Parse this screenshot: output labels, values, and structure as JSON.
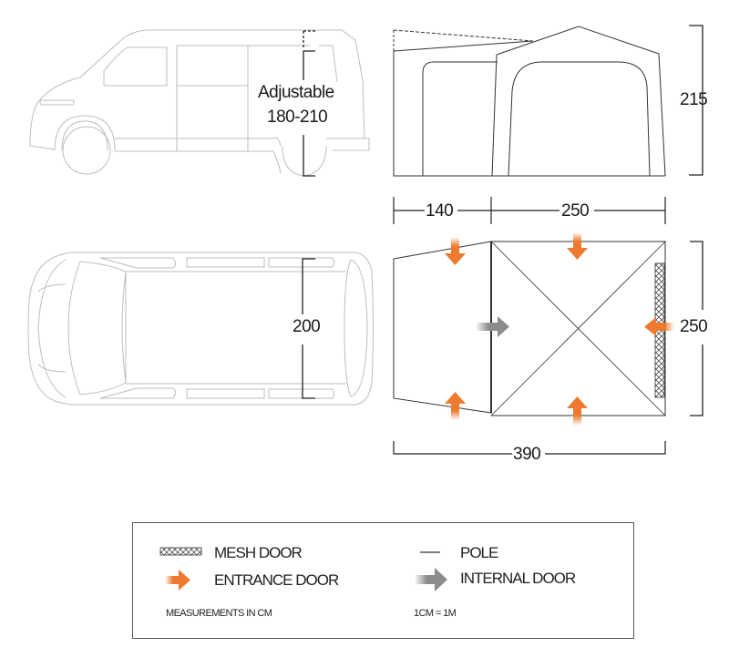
{
  "van_side": {
    "adjustable_label": "Adjustable",
    "adjustable_range": "180-210"
  },
  "van_top": {
    "width_label": "200"
  },
  "awning_side": {
    "height_label": "215",
    "annex_length_label": "140",
    "main_length_label": "250"
  },
  "awning_plan": {
    "depth_label": "250",
    "total_length_label": "390",
    "entrance_doors": 5,
    "internal_doors": 1,
    "mesh_doors": 1
  },
  "legend": {
    "mesh_door": "MESH DOOR",
    "entrance_door": "ENTRANCE DOOR",
    "pole": "POLE",
    "internal_door": "INTERNAL DOOR",
    "measurements_note": "MEASUREMENTS IN CM",
    "scale_note": "1CM = 1M"
  },
  "colors": {
    "entrance_arrow": "#ee7a30",
    "internal_arrow": "#8c8c8c",
    "outline": "#333333",
    "vehicle_outline": "#bdbdbd"
  }
}
